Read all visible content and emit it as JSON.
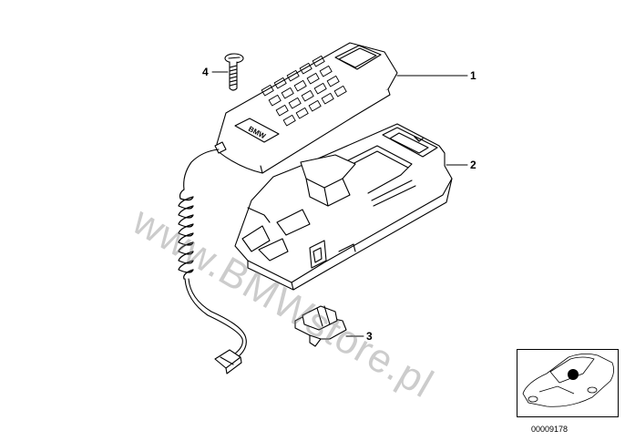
{
  "callouts": {
    "handset": "1",
    "cradle": "2",
    "clip": "3",
    "screw": "4"
  },
  "handset_logo": "BMW",
  "watermark": "www.BMWstore.pl",
  "doc_number": "00009178",
  "colors": {
    "line": "#000000",
    "watermark": "#999999",
    "background": "#ffffff"
  }
}
